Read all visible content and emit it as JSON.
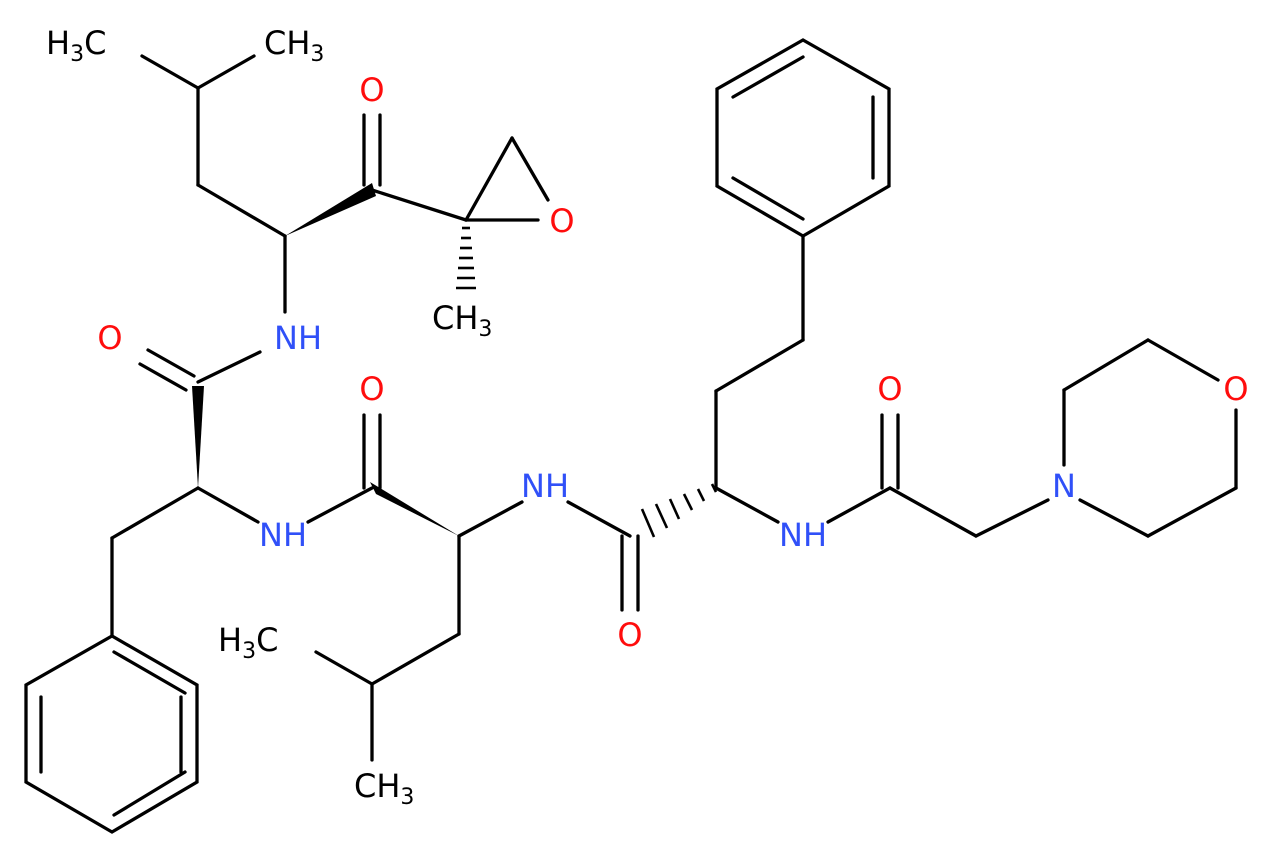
{
  "colors": {
    "bond": "#000000",
    "carbon_label": "#000000",
    "oxygen": "#ff0d0d",
    "nitrogen": "#3050f8"
  },
  "atoms": {
    "ch3_leu1_left": {
      "main": "H",
      "sub": "3",
      "tail": "C"
    },
    "ch3_leu1_right": {
      "main": "CH",
      "sub": "3"
    },
    "o_ketone": {
      "main": "O"
    },
    "o_epoxide": {
      "main": "O"
    },
    "ch3_epoxide": {
      "main": "CH",
      "sub": "3"
    },
    "nh_leu1": {
      "main": "NH"
    },
    "o_phe_amide": {
      "main": "O"
    },
    "o_leu2_amide": {
      "main": "O"
    },
    "nh_phe": {
      "main": "NH"
    },
    "nh_leu2": {
      "main": "NH"
    },
    "o_hph_amide": {
      "main": "O"
    },
    "o_morph_amide": {
      "main": "O"
    },
    "nh_hph": {
      "main": "NH"
    },
    "n_morpholine": {
      "main": "N"
    },
    "o_morpholine": {
      "main": "O"
    },
    "ch3_leu2_left": {
      "main": "H",
      "sub": "3",
      "tail": "C"
    },
    "ch3_leu2_bottom": {
      "main": "CH",
      "sub": "3"
    }
  }
}
